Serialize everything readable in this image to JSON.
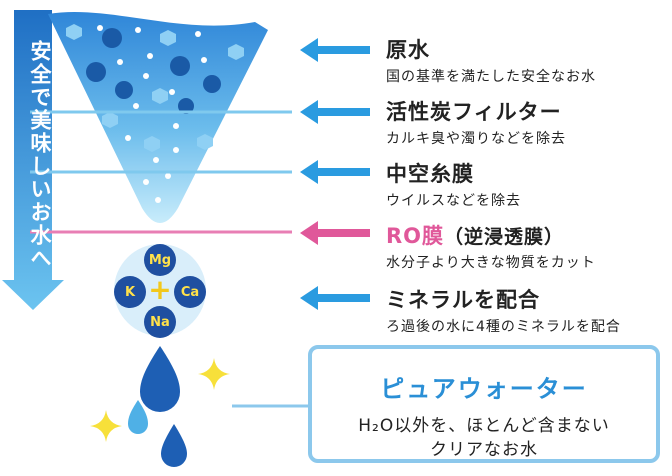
{
  "side_label": "安全で美味しいお水へ",
  "stages": [
    {
      "title": "原水",
      "desc": "国の基準を満たした安全なお水"
    },
    {
      "title": "活性炭フィルター",
      "desc": "カルキ臭や濁りなどを除去"
    },
    {
      "title": "中空糸膜",
      "desc": "ウイルスなどを除去"
    },
    {
      "title": "RO膜",
      "title_sub": "（逆浸透膜）",
      "desc": "水分子より大きな物質をカット"
    },
    {
      "title": "ミネラルを配合",
      "desc": "ろ過後の水に4種のミネラルを配合"
    }
  ],
  "minerals": {
    "top": "Mg",
    "left": "K",
    "right": "Ca",
    "bottom": "Na",
    "center": "+"
  },
  "pure_water": {
    "title": "ピュアウォーター",
    "line1": "H₂O以外を、ほとんど含まない",
    "line2": "クリアなお水"
  },
  "colors": {
    "blue_arrow": "#2a9be0",
    "pink_arrow": "#e0589a",
    "funnel": "#3a8fdc",
    "funnel_light": "#b9e0f6",
    "mineral": "#1f4fa0",
    "mineral_text": "#ffe14a",
    "drop": "#1e5fb4",
    "drop_light": "#4fb0e6",
    "sparkle": "#f7e03a"
  }
}
